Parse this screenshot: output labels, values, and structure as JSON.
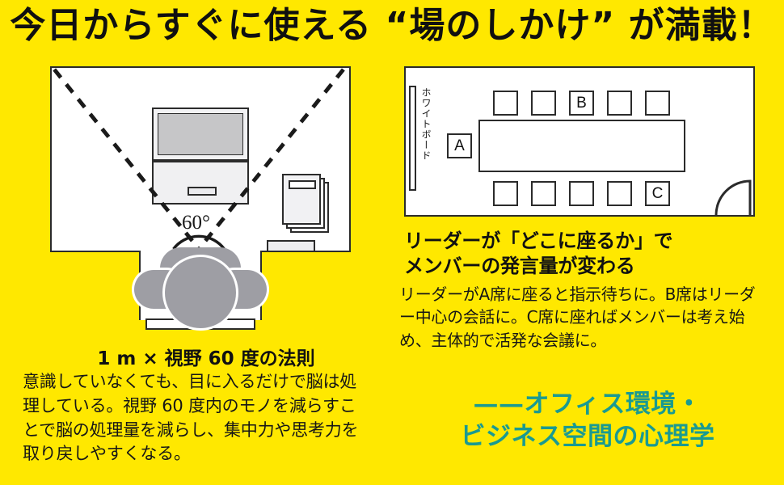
{
  "headline": "今日からすぐに使える “場のしかけ” が満載！",
  "theme": {
    "background": "#ffe800",
    "ink": "#111111",
    "line": "#2b2b2b",
    "accent_teal": "#1a9a91",
    "screen_gray": "#c6c6c8",
    "person_gray": "#9e9ea4"
  },
  "left_panel": {
    "figure": {
      "angle_label": "60°",
      "items": [
        "laptop-screen",
        "laptop-base",
        "notebook-stack",
        "pen-case",
        "person-top-view",
        "vision-cone-dashed"
      ]
    },
    "caption_title": "1 m × 視野 60 度の法則",
    "caption_body": "意識していなくても、目に入るだけで脳は処理している。視野 60 度内のモノを減らすことで脳の処理量を減らし、集中力や思考力を取り戻しやすくなる。"
  },
  "right_panel": {
    "room": {
      "whiteboard_label": "ホワイトボード",
      "top_seats": [
        "",
        "",
        "B",
        "",
        ""
      ],
      "bottom_seats": [
        "",
        "",
        "",
        "",
        "C"
      ],
      "head_seat": "A",
      "door": "door-swing-arc"
    },
    "caption_title": "リーダーが「どこに座るか」で\nメンバーの発言量が変わる",
    "caption_body": "リーダーがA席に座ると指示待ちに。B席はリーダー中心の会話に。C席に座ればメンバーは考え始め、主体的で活発な会議に。",
    "tagline": "——オフィス環境・\nビジネス空間の心理学"
  }
}
